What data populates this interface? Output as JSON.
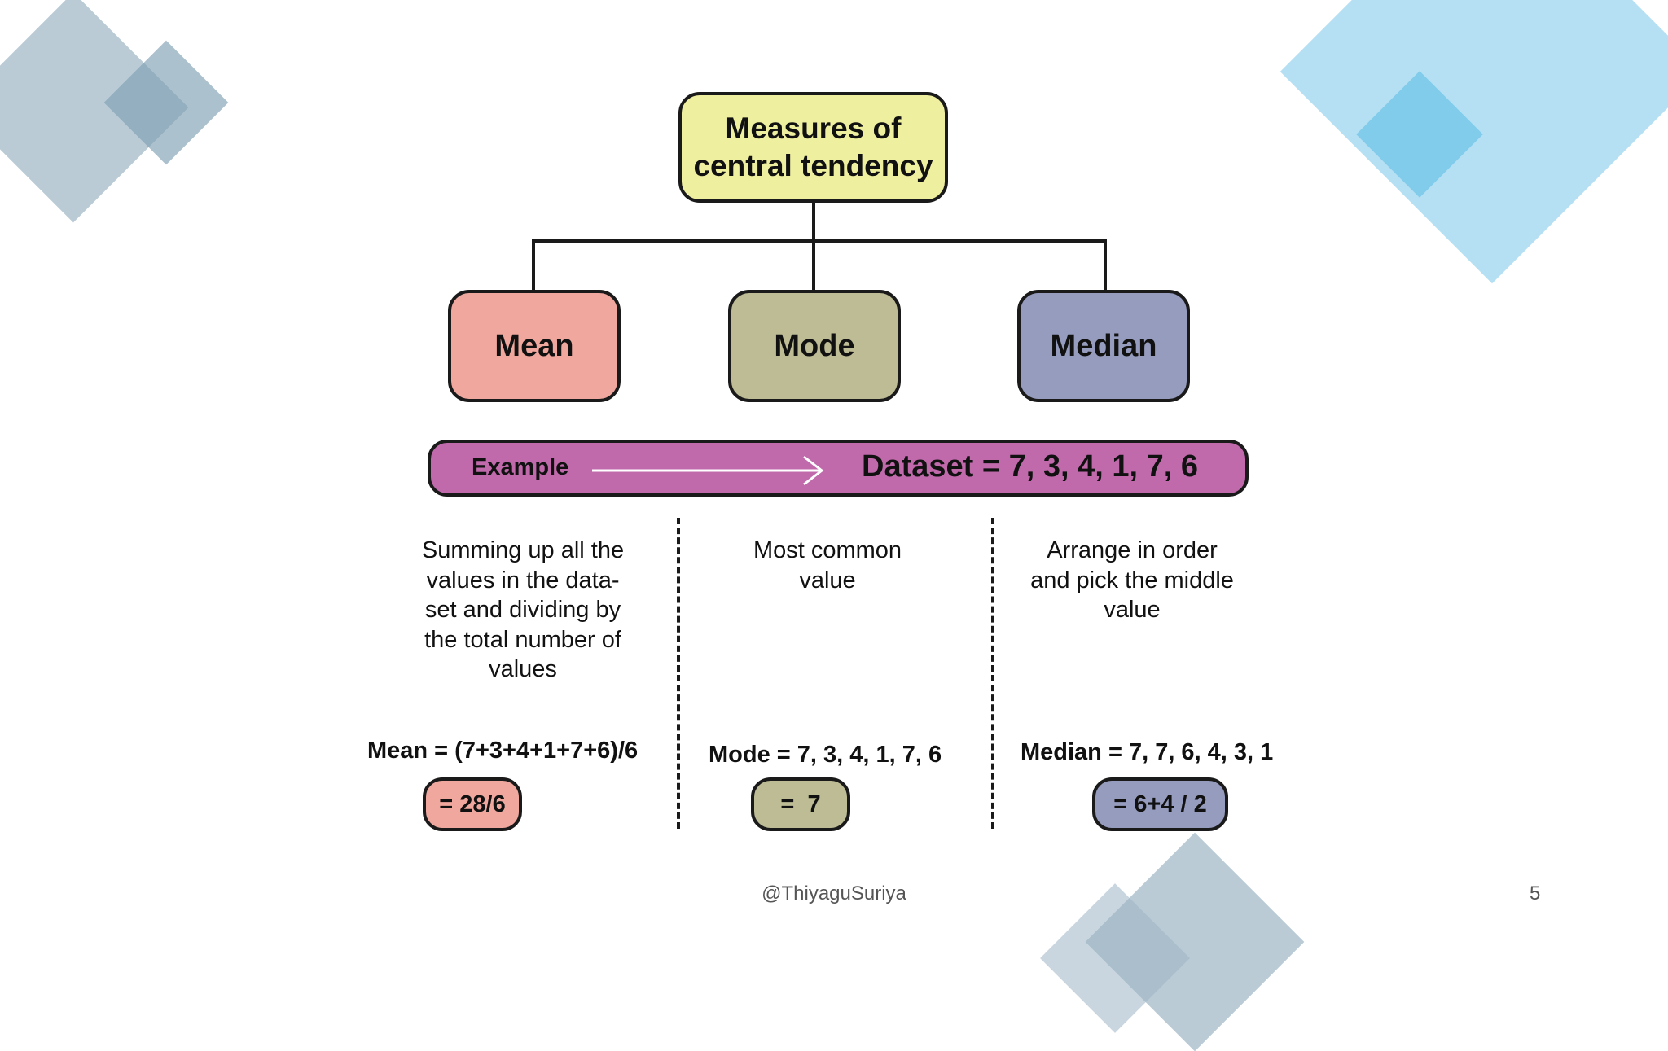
{
  "colors": {
    "root": "#eeef9f",
    "mean": "#f0a79e",
    "mode": "#bdbc95",
    "median": "#959cbe",
    "example_bar": "#c069ab",
    "deco_grey": "#9db5c4",
    "deco_grey_dark": "#7fa0b3",
    "deco_blue": "#8dcfec",
    "deco_blue_dark": "#5fbde6"
  },
  "diagram": {
    "root": {
      "label": "Measures of\ncentral tendency"
    },
    "children": [
      {
        "key": "mean",
        "label": "Mean"
      },
      {
        "key": "mode",
        "label": "Mode"
      },
      {
        "key": "median",
        "label": "Median"
      }
    ]
  },
  "example": {
    "label": "Example",
    "dataset": "Dataset = 7, 3, 4, 1, 7, 6"
  },
  "columns": {
    "mean": {
      "description": "Summing up all the\nvalues in the data-\nset and dividing by\nthe total number of\nvalues",
      "formula": "Mean = (7+3+4+1+7+6)/6",
      "result": "= 28/6"
    },
    "mode": {
      "description": "Most common\nvalue",
      "formula": "Mode = 7, 3, 4, 1, 7, 6",
      "result": "=  7"
    },
    "median": {
      "description": "Arrange in order\nand pick the middle\nvalue",
      "formula": "Median = 7, 7, 6, 4, 3, 1",
      "result": "= 6+4 / 2"
    }
  },
  "footer": {
    "credit": "@ThiyaguSuriya",
    "page_number": "5"
  }
}
